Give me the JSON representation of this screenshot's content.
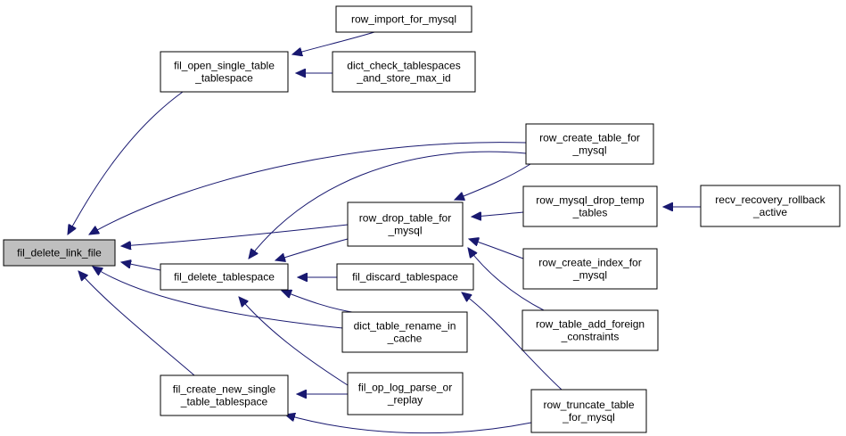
{
  "graph": {
    "nodes": [
      {
        "id": "fil_delete_link_file",
        "lines": [
          "fil_delete_link_file"
        ],
        "root": true
      },
      {
        "id": "fil_open_single_table_tablespace",
        "lines": [
          "fil_open_single_table",
          "_tablespace"
        ]
      },
      {
        "id": "fil_delete_tablespace",
        "lines": [
          "fil_delete_tablespace"
        ]
      },
      {
        "id": "fil_create_new_single_table_tablespace",
        "lines": [
          "fil_create_new_single",
          "_table_tablespace"
        ]
      },
      {
        "id": "row_import_for_mysql",
        "lines": [
          "row_import_for_mysql"
        ]
      },
      {
        "id": "dict_check_tablespaces_and_store_max_id",
        "lines": [
          "dict_check_tablespaces",
          "_and_store_max_id"
        ]
      },
      {
        "id": "row_drop_table_for_mysql",
        "lines": [
          "row_drop_table_for",
          "_mysql"
        ]
      },
      {
        "id": "fil_discard_tablespace",
        "lines": [
          "fil_discard_tablespace"
        ]
      },
      {
        "id": "dict_table_rename_in_cache",
        "lines": [
          "dict_table_rename_in",
          "_cache"
        ]
      },
      {
        "id": "fil_op_log_parse_or_replay",
        "lines": [
          "fil_op_log_parse_or",
          "_replay"
        ]
      },
      {
        "id": "row_create_table_for_mysql",
        "lines": [
          "row_create_table_for",
          "_mysql"
        ]
      },
      {
        "id": "row_mysql_drop_temp_tables",
        "lines": [
          "row_mysql_drop_temp",
          "_tables"
        ]
      },
      {
        "id": "row_create_index_for_mysql",
        "lines": [
          "row_create_index_for",
          "_mysql"
        ]
      },
      {
        "id": "row_table_add_foreign_constraints",
        "lines": [
          "row_table_add_foreign",
          "_constraints"
        ]
      },
      {
        "id": "row_truncate_table_for_mysql",
        "lines": [
          "row_truncate_table",
          "_for_mysql"
        ]
      },
      {
        "id": "recv_recovery_rollback_active",
        "lines": [
          "recv_recovery_rollback",
          "_active"
        ]
      }
    ],
    "edges": [
      {
        "from": "fil_open_single_table_tablespace",
        "to": "fil_delete_link_file"
      },
      {
        "from": "row_create_table_for_mysql",
        "to": "fil_delete_link_file"
      },
      {
        "from": "row_drop_table_for_mysql",
        "to": "fil_delete_link_file"
      },
      {
        "from": "fil_delete_tablespace",
        "to": "fil_delete_link_file"
      },
      {
        "from": "dict_table_rename_in_cache",
        "to": "fil_delete_link_file"
      },
      {
        "from": "fil_create_new_single_table_tablespace",
        "to": "fil_delete_link_file"
      },
      {
        "from": "row_import_for_mysql",
        "to": "fil_open_single_table_tablespace"
      },
      {
        "from": "dict_check_tablespaces_and_store_max_id",
        "to": "fil_open_single_table_tablespace"
      },
      {
        "from": "row_create_table_for_mysql",
        "to": "fil_delete_tablespace"
      },
      {
        "from": "row_drop_table_for_mysql",
        "to": "fil_delete_tablespace"
      },
      {
        "from": "fil_discard_tablespace",
        "to": "fil_delete_tablespace"
      },
      {
        "from": "dict_table_rename_in_cache",
        "to": "fil_delete_tablespace"
      },
      {
        "from": "fil_op_log_parse_or_replay",
        "to": "fil_delete_tablespace"
      },
      {
        "from": "fil_op_log_parse_or_replay",
        "to": "fil_create_new_single_table_tablespace"
      },
      {
        "from": "row_truncate_table_for_mysql",
        "to": "fil_create_new_single_table_tablespace"
      },
      {
        "from": "row_create_table_for_mysql",
        "to": "row_drop_table_for_mysql"
      },
      {
        "from": "row_mysql_drop_temp_tables",
        "to": "row_drop_table_for_mysql"
      },
      {
        "from": "row_create_index_for_mysql",
        "to": "row_drop_table_for_mysql"
      },
      {
        "from": "row_table_add_foreign_constraints",
        "to": "row_drop_table_for_mysql"
      },
      {
        "from": "row_truncate_table_for_mysql",
        "to": "fil_discard_tablespace"
      },
      {
        "from": "recv_recovery_rollback_active",
        "to": "row_mysql_drop_temp_tables"
      }
    ]
  }
}
